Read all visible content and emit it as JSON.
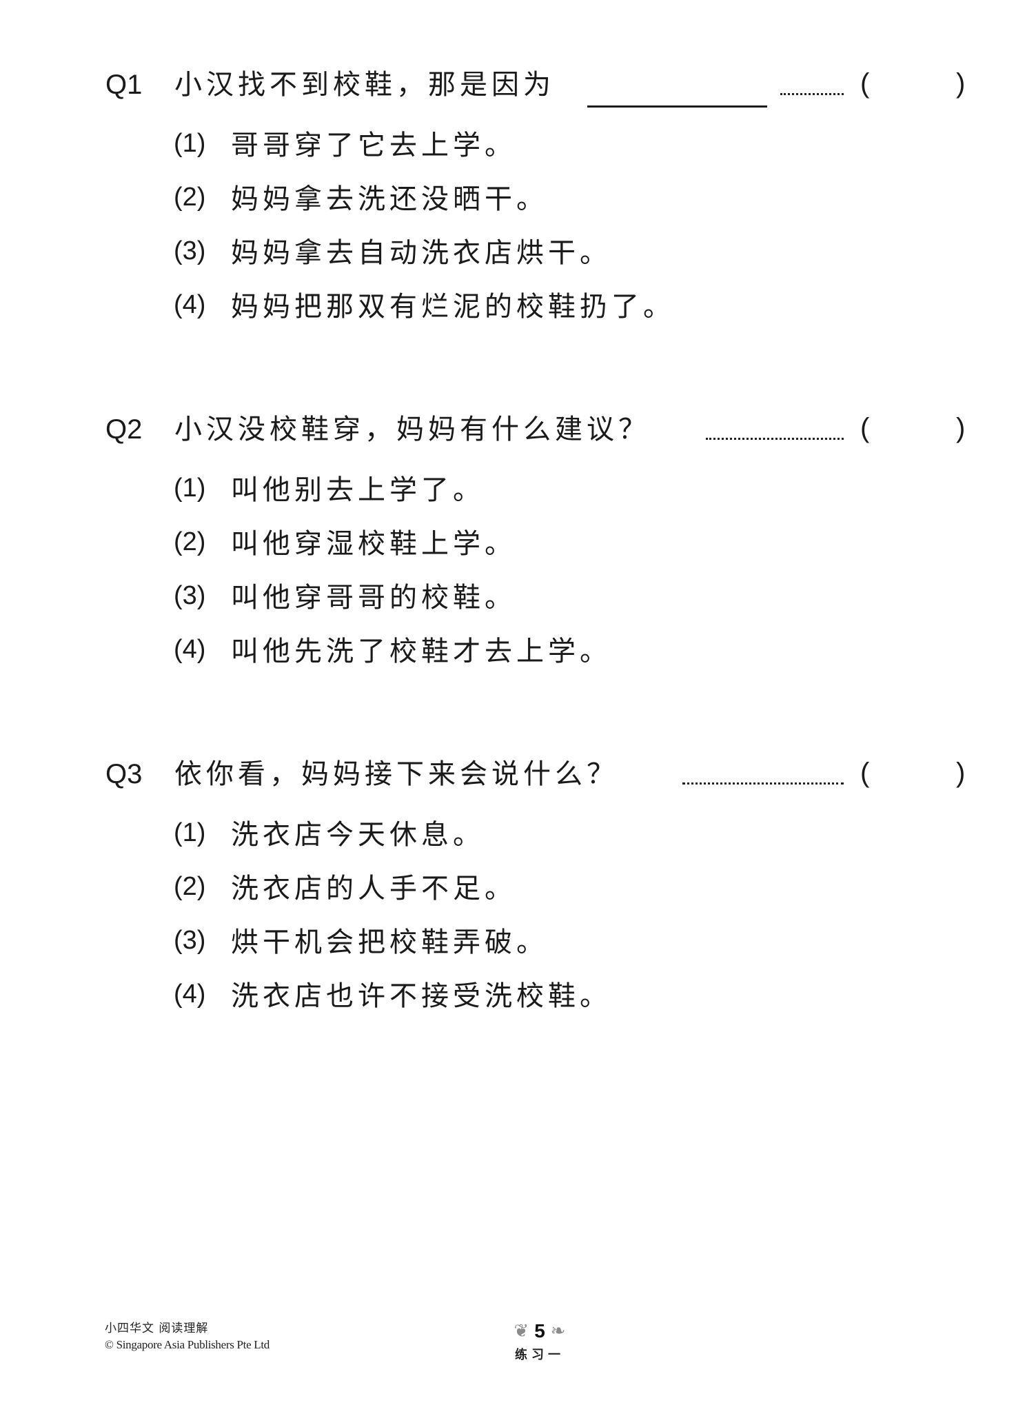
{
  "questions": [
    {
      "number": "Q1",
      "text": "小汉找不到校鞋，那是因为",
      "has_blank": true,
      "leader": "··········",
      "paren_open": "(",
      "paren_close": ")",
      "answer": "",
      "options": [
        {
          "num": "(1)",
          "text": "哥哥穿了它去上学。"
        },
        {
          "num": "(2)",
          "text": "妈妈拿去洗还没晒干。"
        },
        {
          "num": "(3)",
          "text": "妈妈拿去自动洗衣店烘干。"
        },
        {
          "num": "(4)",
          "text": "妈妈把那双有烂泥的校鞋扔了。"
        }
      ]
    },
    {
      "number": "Q2",
      "text": "小汉没校鞋穿，妈妈有什么建议？",
      "has_blank": false,
      "paren_open": "(",
      "paren_close": ")",
      "answer": "",
      "options": [
        {
          "num": "(1)",
          "text": "叫他别去上学了。"
        },
        {
          "num": "(2)",
          "text": "叫他穿湿校鞋上学。"
        },
        {
          "num": "(3)",
          "text": "叫他穿哥哥的校鞋。"
        },
        {
          "num": "(4)",
          "text": "叫他先洗了校鞋才去上学。"
        }
      ]
    },
    {
      "number": "Q3",
      "text": "依你看，妈妈接下来会说什么？",
      "has_blank": false,
      "paren_open": "(",
      "paren_close": ")",
      "answer": "",
      "options": [
        {
          "num": "(1)",
          "text": "洗衣店今天休息。"
        },
        {
          "num": "(2)",
          "text": "洗衣店的人手不足。"
        },
        {
          "num": "(3)",
          "text": "烘干机会把校鞋弄破。"
        },
        {
          "num": "(4)",
          "text": "洗衣店也许不接受洗校鞋。"
        }
      ]
    }
  ],
  "footer": {
    "book_title": "小四华文  阅读理解",
    "copyright": "© Singapore Asia Publishers Pte Ltd",
    "page_number": "5",
    "ornament_left": "❦",
    "ornament_right": "❧",
    "exercise_label": "练习一"
  }
}
